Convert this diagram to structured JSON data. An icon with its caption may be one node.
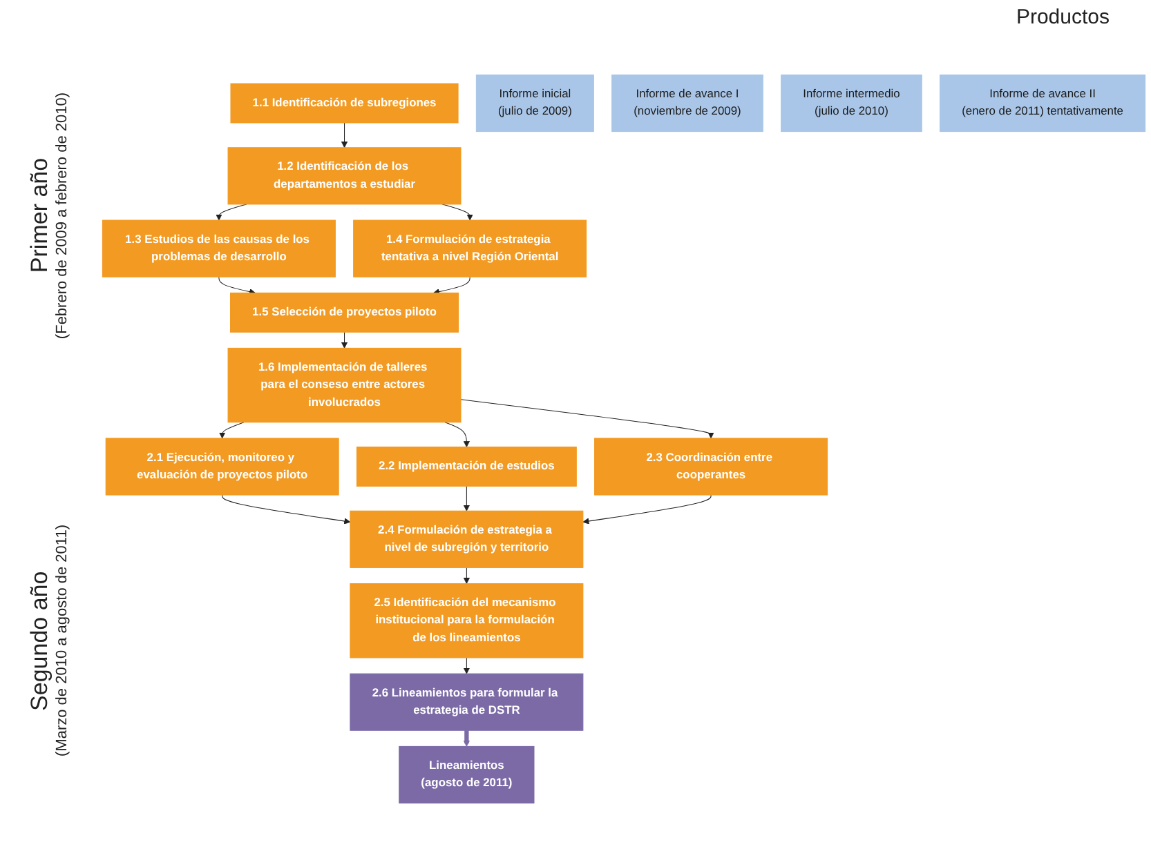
{
  "diagram": {
    "nodes": [
      {
        "text": [
          "1.1 Identificación de subregiones"
        ]
      },
      {
        "text": [
          "1.2 Identificación de los departamentos a estudiar"
        ]
      },
      {
        "text": [
          "1.3 Estudios de las causas de los problemas de desarrollo"
        ]
      },
      {
        "text": [
          "1.4 Formulación de estrategia tentativa a nivel Región Oriental"
        ]
      },
      {
        "text": [
          "1.5 Selección de proyectos piloto"
        ]
      },
      {
        "text": [
          "1.6 Implementación de talleres para el conseso entre actores involucrados"
        ]
      },
      {
        "text": [
          "2.1 Ejecución, monitoreo y evaluación de proyectos piloto"
        ]
      },
      {
        "text": [
          "2.2 Implementación de estudios"
        ]
      },
      {
        "text": [
          "2.3 Coordinación entre cooperantes"
        ]
      },
      {
        "text": [
          "2.4 Formulación de estrategia a nivel de subregión y territorio"
        ]
      },
      {
        "text": [
          "2.5 Identificación del mecanismo institucional para la formulación de los lineamientos"
        ]
      },
      {
        "text": [
          "2.6 Lineamientos para formular la estrategia de DSTR"
        ]
      },
      {
        "text": [
          "Informe inicial",
          "(julio de 2009)"
        ]
      },
      {
        "text": [
          "Informe de avance I",
          "(noviembre de 2009)"
        ]
      },
      {
        "text": [
          "Informe intermedio",
          "(julio de 2010)"
        ]
      },
      {
        "text": [
          "Informe de avance II",
          "(enero de 2011) tentativamente"
        ]
      },
      {
        "text": [
          "Lineamientos",
          "(agosto de 2011)"
        ]
      }
    ],
    "edges": [
      {
        "from": 0,
        "to": 1,
        "arrow": "to"
      },
      {
        "from": 1,
        "to": 2,
        "arrow": "to"
      },
      {
        "from": 1,
        "to": 3,
        "arrow": "to"
      },
      {
        "from": 2,
        "to": 4,
        "arrow": "to"
      },
      {
        "from": 3,
        "to": 4,
        "arrow": "to"
      },
      {
        "from": 4,
        "to": 5,
        "arrow": "to"
      },
      {
        "from": 5,
        "to": 6,
        "arrow": "to"
      },
      {
        "from": 5,
        "to": 7,
        "arrow": "to"
      },
      {
        "from": 5,
        "to": 8,
        "arrow": "to"
      },
      {
        "from": 6,
        "to": 9,
        "arrow": "to"
      },
      {
        "from": 7,
        "to": 9,
        "arrow": "to"
      },
      {
        "from": 8,
        "to": 9,
        "arrow": "to"
      },
      {
        "from": 9,
        "to": 10,
        "arrow": "to"
      },
      {
        "from": 10,
        "to": 11,
        "arrow": "to"
      },
      {
        "from": 11,
        "to": 16,
        "arrow": "to",
        "style": "thick",
        "color": "#7b6aa6"
      }
    ],
    "labels": [
      "Productos",
      "Primer año",
      "(Febrero de 2009 a febrero de 2010)",
      "Segundo año",
      "(Marzo de 2010 a agosto de 2011)"
    ]
  }
}
